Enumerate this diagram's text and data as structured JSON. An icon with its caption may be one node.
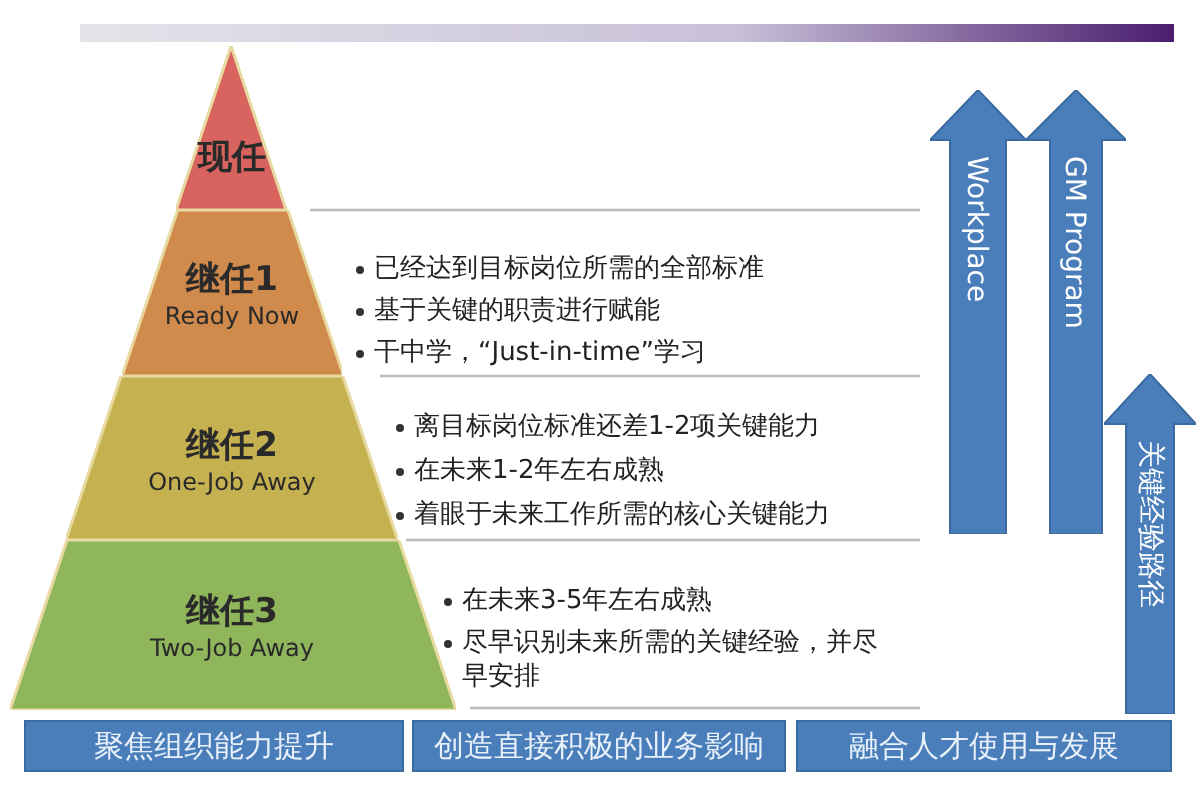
{
  "diagram": {
    "nodes": [
      {
        "text": [
          "现任"
        ]
      },
      {
        "text": [
          "继任1",
          "Ready Now"
        ],
        "beside": [
          "已经达到目标岗位所需的全部标准",
          "基于关键的职责进行赋能",
          "干中学，“Just-in-time”学习"
        ]
      },
      {
        "text": [
          "继任2",
          "One-Job Away"
        ],
        "beside": [
          "离目标岗位标准还差1-2项关键能力",
          "在未来1-2年左右成熟",
          "着眼于未来工作所需的核心关键能力"
        ]
      },
      {
        "text": [
          "继任3",
          "Two-Job Away"
        ],
        "beside": [
          "在未来3-5年左右成熟",
          "尽早识别未来所需的关键经验，并尽早安排"
        ]
      },
      {
        "text": [
          "聚焦组织能力提升"
        ]
      },
      {
        "text": [
          "创造直接积极的业务影响"
        ]
      },
      {
        "text": [
          "融合人才使用与发展"
        ]
      },
      {
        "text": [
          "Workplace"
        ]
      },
      {
        "text": [
          "GM Program"
        ]
      },
      {
        "text": [
          "关键经验路径"
        ]
      }
    ]
  }
}
